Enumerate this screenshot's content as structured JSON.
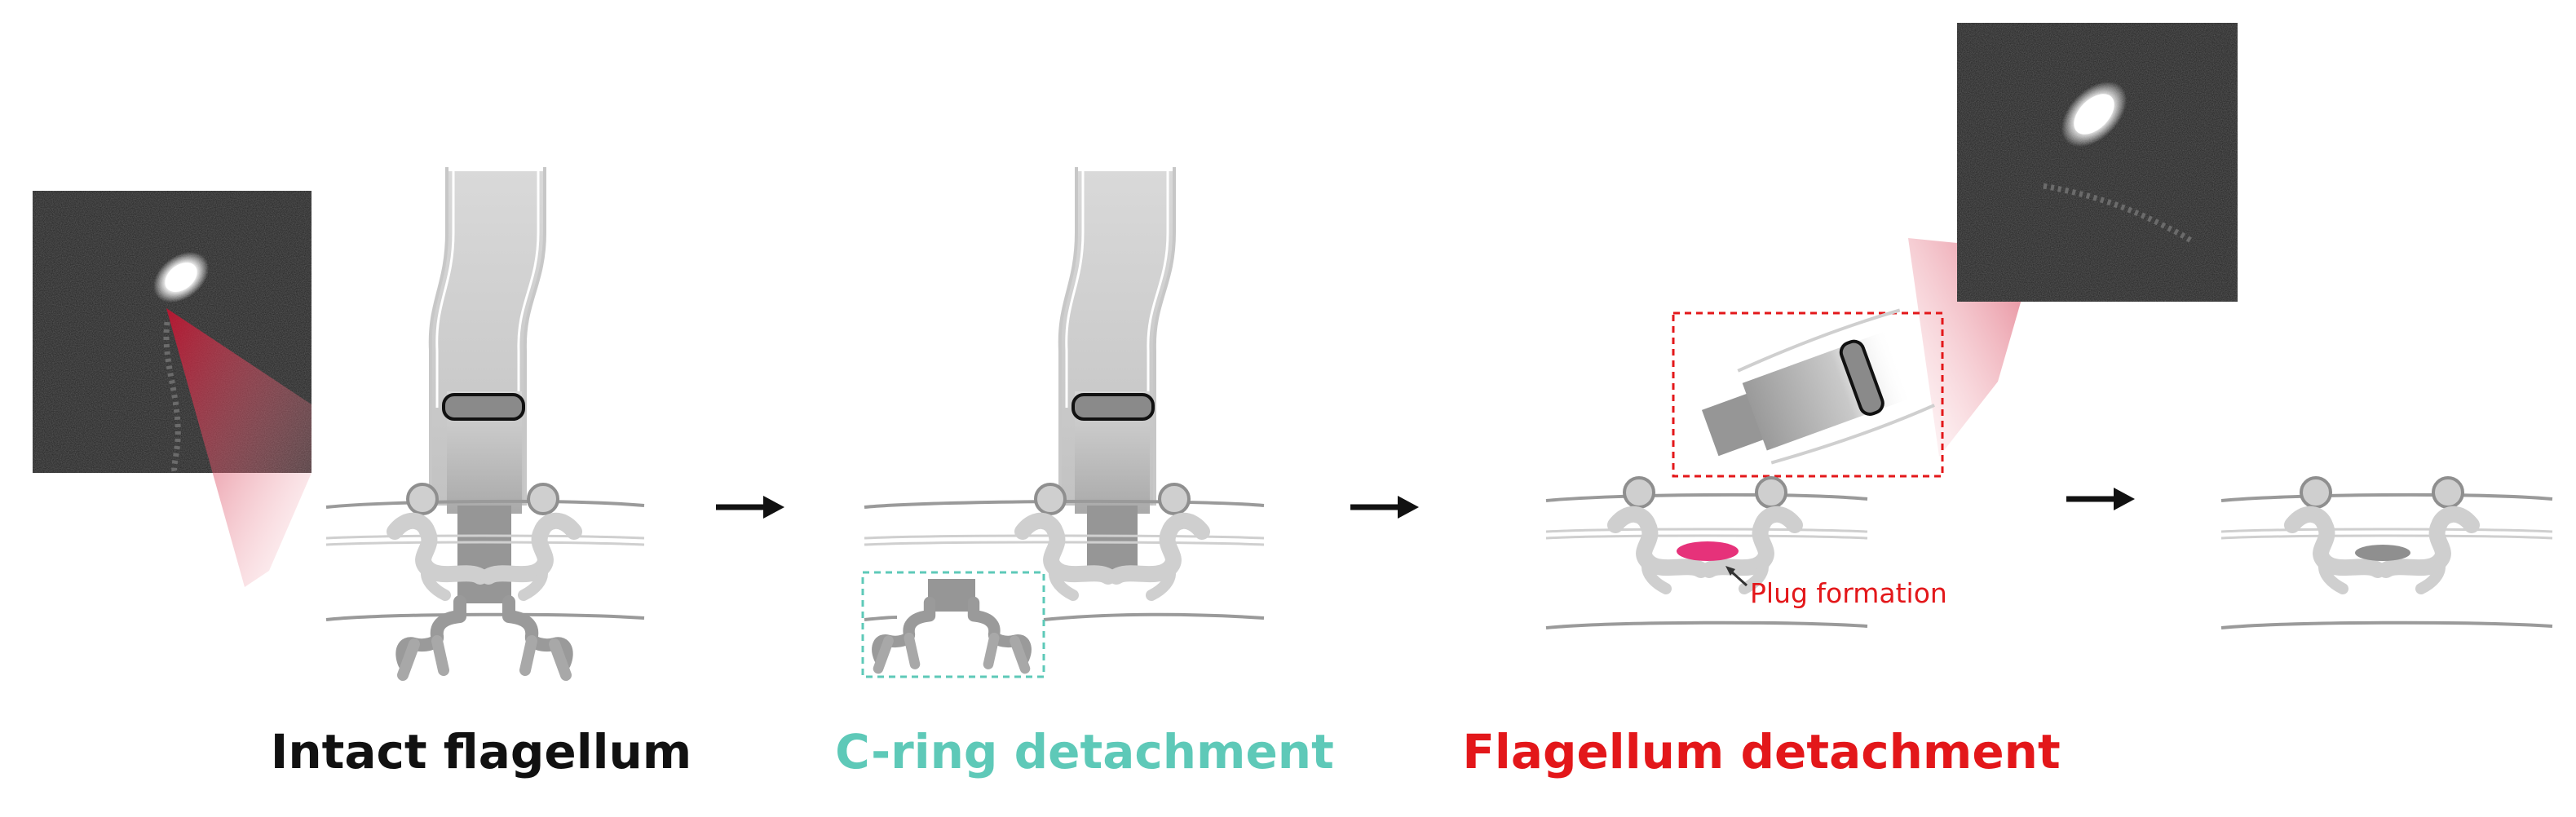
{
  "colors": {
    "intact": "#111111",
    "c_ring": "#5ec9b8",
    "flagellum_detach": "#e3171a",
    "plug": "#e6327a",
    "membrane": "#9a9a9a",
    "protein_light": "#cfcfcf",
    "protein_dark": "#8f8f8f",
    "filament_light": "#d9d9d9",
    "filament_mid": "#bdbdbd",
    "micrograph_bg": "#1e1e1e",
    "beam": "#c8102e"
  },
  "icons": {
    "arrow": "right-arrow-icon",
    "micrograph": "fluorescence-micrograph"
  },
  "captions": {
    "intact": "Intact flagellum",
    "c_ring": "C-ring detachment",
    "flagellum": "Flagellum detachment"
  },
  "annotations": {
    "plug": "Plug formation"
  }
}
